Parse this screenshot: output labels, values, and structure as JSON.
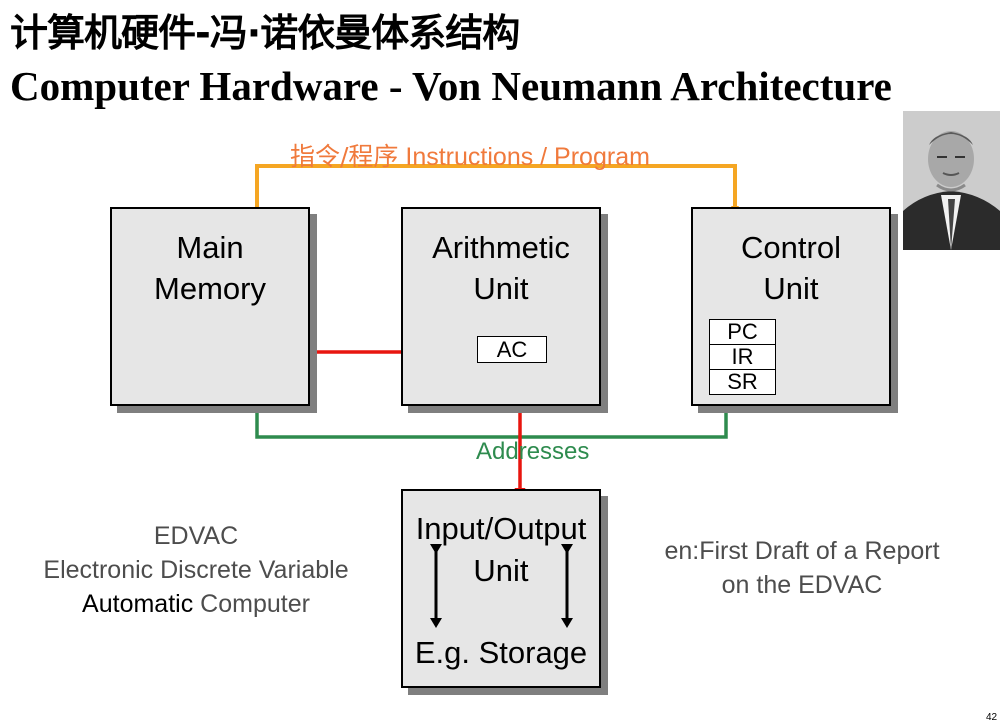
{
  "title": {
    "chinese": "计算机硬件-冯·诺依曼体系结构",
    "english": "Computer Hardware - Von Neumann Architecture"
  },
  "diagram": {
    "instructions_label": {
      "cn": "指令/程序",
      "en": "Instructions / Program"
    },
    "addresses_label": "Addresses",
    "main_memory": {
      "line1": "Main",
      "line2": "Memory"
    },
    "arithmetic_unit": {
      "line1": "Arithmetic",
      "line2": "Unit",
      "register": "AC"
    },
    "control_unit": {
      "line1": "Control",
      "line2": "Unit",
      "registers": [
        "PC",
        "IR",
        "SR"
      ]
    },
    "io_unit": {
      "line1": "Input/Output",
      "line2": "Unit",
      "line3": "E.g. Storage"
    }
  },
  "edvac": {
    "line1": "EDVAC",
    "line2": "Electronic Discrete Variable",
    "line3_word1": "Automatic",
    "line3_word2": "Computer"
  },
  "report": {
    "line1": "en:First Draft of a Report",
    "line2": "on the EDVAC"
  },
  "page_number": "42",
  "colors": {
    "instructions": "#f5a623",
    "instructions_text": "#f07a3c",
    "addresses": "#2e8b4e",
    "data": "#e8150f"
  }
}
